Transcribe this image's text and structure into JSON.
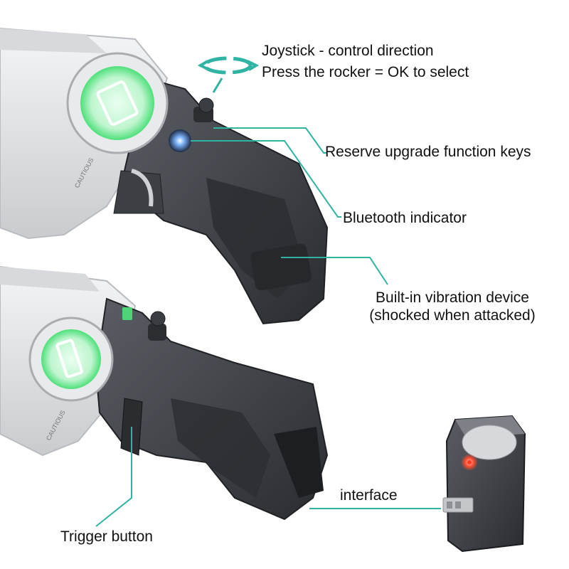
{
  "labels": {
    "joystick_line1": "Joystick - control direction",
    "joystick_line2": "Press the rocker = OK to select",
    "reserve_keys": "Reserve upgrade function keys",
    "bluetooth": "Bluetooth indicator",
    "vibration_line1": "Built-in vibration device",
    "vibration_line2": "(shocked when attacked)",
    "interface": "interface",
    "trigger": "Trigger button"
  },
  "product_markings": {
    "upper_gun_side_text": "CAUTIOUS",
    "lower_gun_side_text": "CAUTIOUS"
  },
  "colors": {
    "callout_line": "#2fb3a3",
    "accent_green": "#4ee07a",
    "body_dark": "#3a3d42",
    "body_light": "#e6e7e9"
  },
  "icons": {
    "rotation_arrows": "rotate-arrows-icon",
    "usb_dongle": "usb-dongle-icon"
  }
}
